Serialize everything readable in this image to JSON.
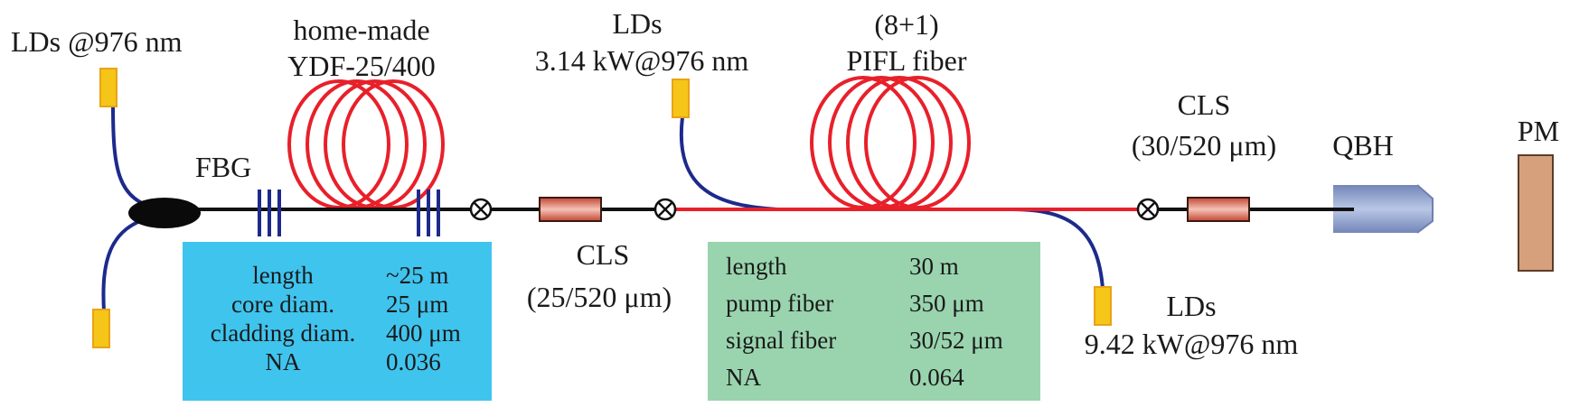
{
  "labels": {
    "lds_left": "LDs @976 nm",
    "ydf_line1": "home-made",
    "ydf_line2": "YDF-25/400",
    "fbg": "FBG",
    "lds_mid_line1": "LDs",
    "lds_mid_line2": "3.14 kW@976 nm",
    "pifl_line1": "(8+1)",
    "pifl_line2": "PIFL fiber",
    "cls1_line1": "CLS",
    "cls1_line2": "(25/520 μm)",
    "cls2_line1": "CLS",
    "cls2_line2": "(30/520 μm)",
    "qbh": "QBH",
    "pm": "PM",
    "lds_right_line1": "LDs",
    "lds_right_line2": "9.42 kW@976 nm"
  },
  "ydf_table": {
    "rows": [
      {
        "param": "length",
        "value": "~25 m"
      },
      {
        "param": "core diam.",
        "value": "25 μm"
      },
      {
        "param": "cladding diam.",
        "value": "400 μm"
      },
      {
        "param": "NA",
        "value": "0.036"
      }
    ]
  },
  "pifl_table": {
    "rows": [
      {
        "param": "length",
        "value": "30 m"
      },
      {
        "param": "pump fiber",
        "value": "350 μm"
      },
      {
        "param": "signal fiber",
        "value": "30/52 μm"
      },
      {
        "param": "NA",
        "value": "0.064"
      }
    ]
  },
  "colors": {
    "ydf_table_bg": "#3fc4ee",
    "pifl_table_bg": "#99d4ae",
    "gain_fiber": "#e8202a",
    "passive_fiber": "#111111",
    "pump_fiber": "#1d2a8c",
    "laser_diode": "#f5c518",
    "cls": "#d9604a",
    "qbh": "#8ea2cc",
    "pm": "#d6a07c"
  }
}
